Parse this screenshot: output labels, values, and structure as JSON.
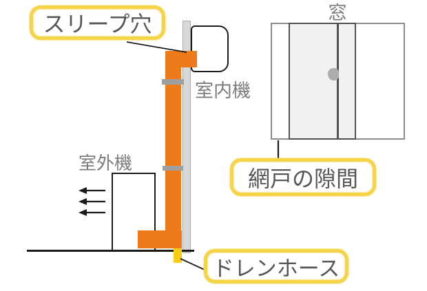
{
  "colors": {
    "pipe_orange": "#EF7A1A",
    "highlight_yellow": "#F6D44A",
    "drain_yellow": "#F6CE15",
    "wall_gray": "#D8D8D8",
    "clamp_gray": "#9F9F9F",
    "line_black": "#1A1A1A",
    "text_dark": "#565656",
    "text_gray": "#7D7D7D",
    "window_glass": "#F1F1F1"
  },
  "labels": {
    "sleeve_hole": "スリープ穴",
    "indoor_unit": "室内機",
    "outdoor_unit": "室外機",
    "window": "窓",
    "screen_gap": "網戸の隙間",
    "drain_hose": "ドレンホース"
  }
}
